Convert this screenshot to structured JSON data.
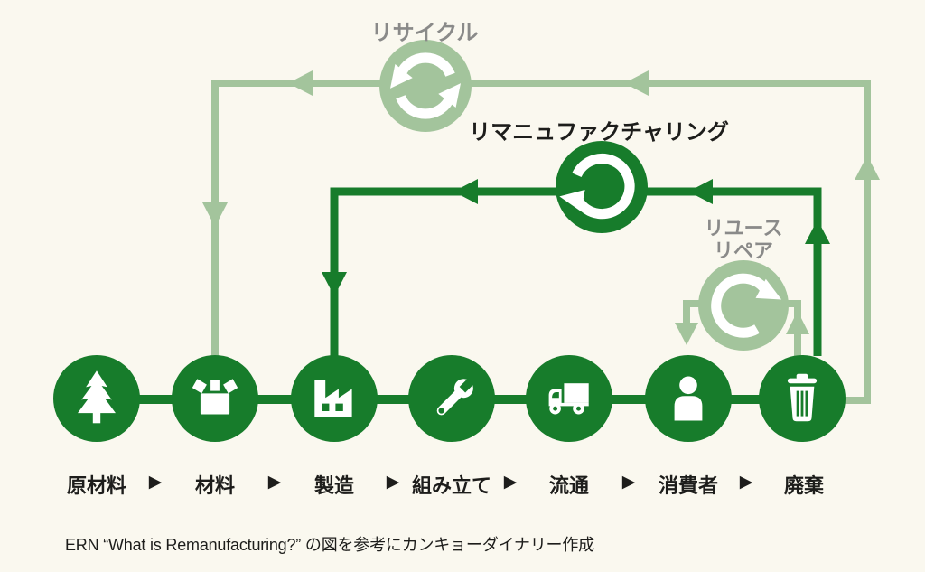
{
  "palette": {
    "background": "#faf8ef",
    "dark_green": "#177c2b",
    "light_green": "#a3c49c",
    "gray_text": "#8a8a89",
    "black_text": "#1d1d1b"
  },
  "loops": {
    "recycle": {
      "label": "リサイクル",
      "icon": "recycle-arrows-icon"
    },
    "remanufacturing": {
      "label": "リマニュファクチャリング",
      "icon": "circular-arrow-ccw-icon"
    },
    "reuse": {
      "label_line1": "リユース",
      "label_line2": "リペア",
      "icon": "circular-arrow-cw-icon"
    }
  },
  "stages": [
    {
      "label": "原材料",
      "icon": "tree-icon"
    },
    {
      "label": "材料",
      "icon": "box-icon"
    },
    {
      "label": "製造",
      "icon": "factory-icon"
    },
    {
      "label": "組み立て",
      "icon": "wrench-icon"
    },
    {
      "label": "流通",
      "icon": "truck-icon"
    },
    {
      "label": "消費者",
      "icon": "person-icon"
    },
    {
      "label": "廃棄",
      "icon": "trash-icon"
    }
  ],
  "stage_separator": "▶",
  "caption": "ERN “What is Remanufacturing?” の図を参考にカンキョーダイナリー作成"
}
